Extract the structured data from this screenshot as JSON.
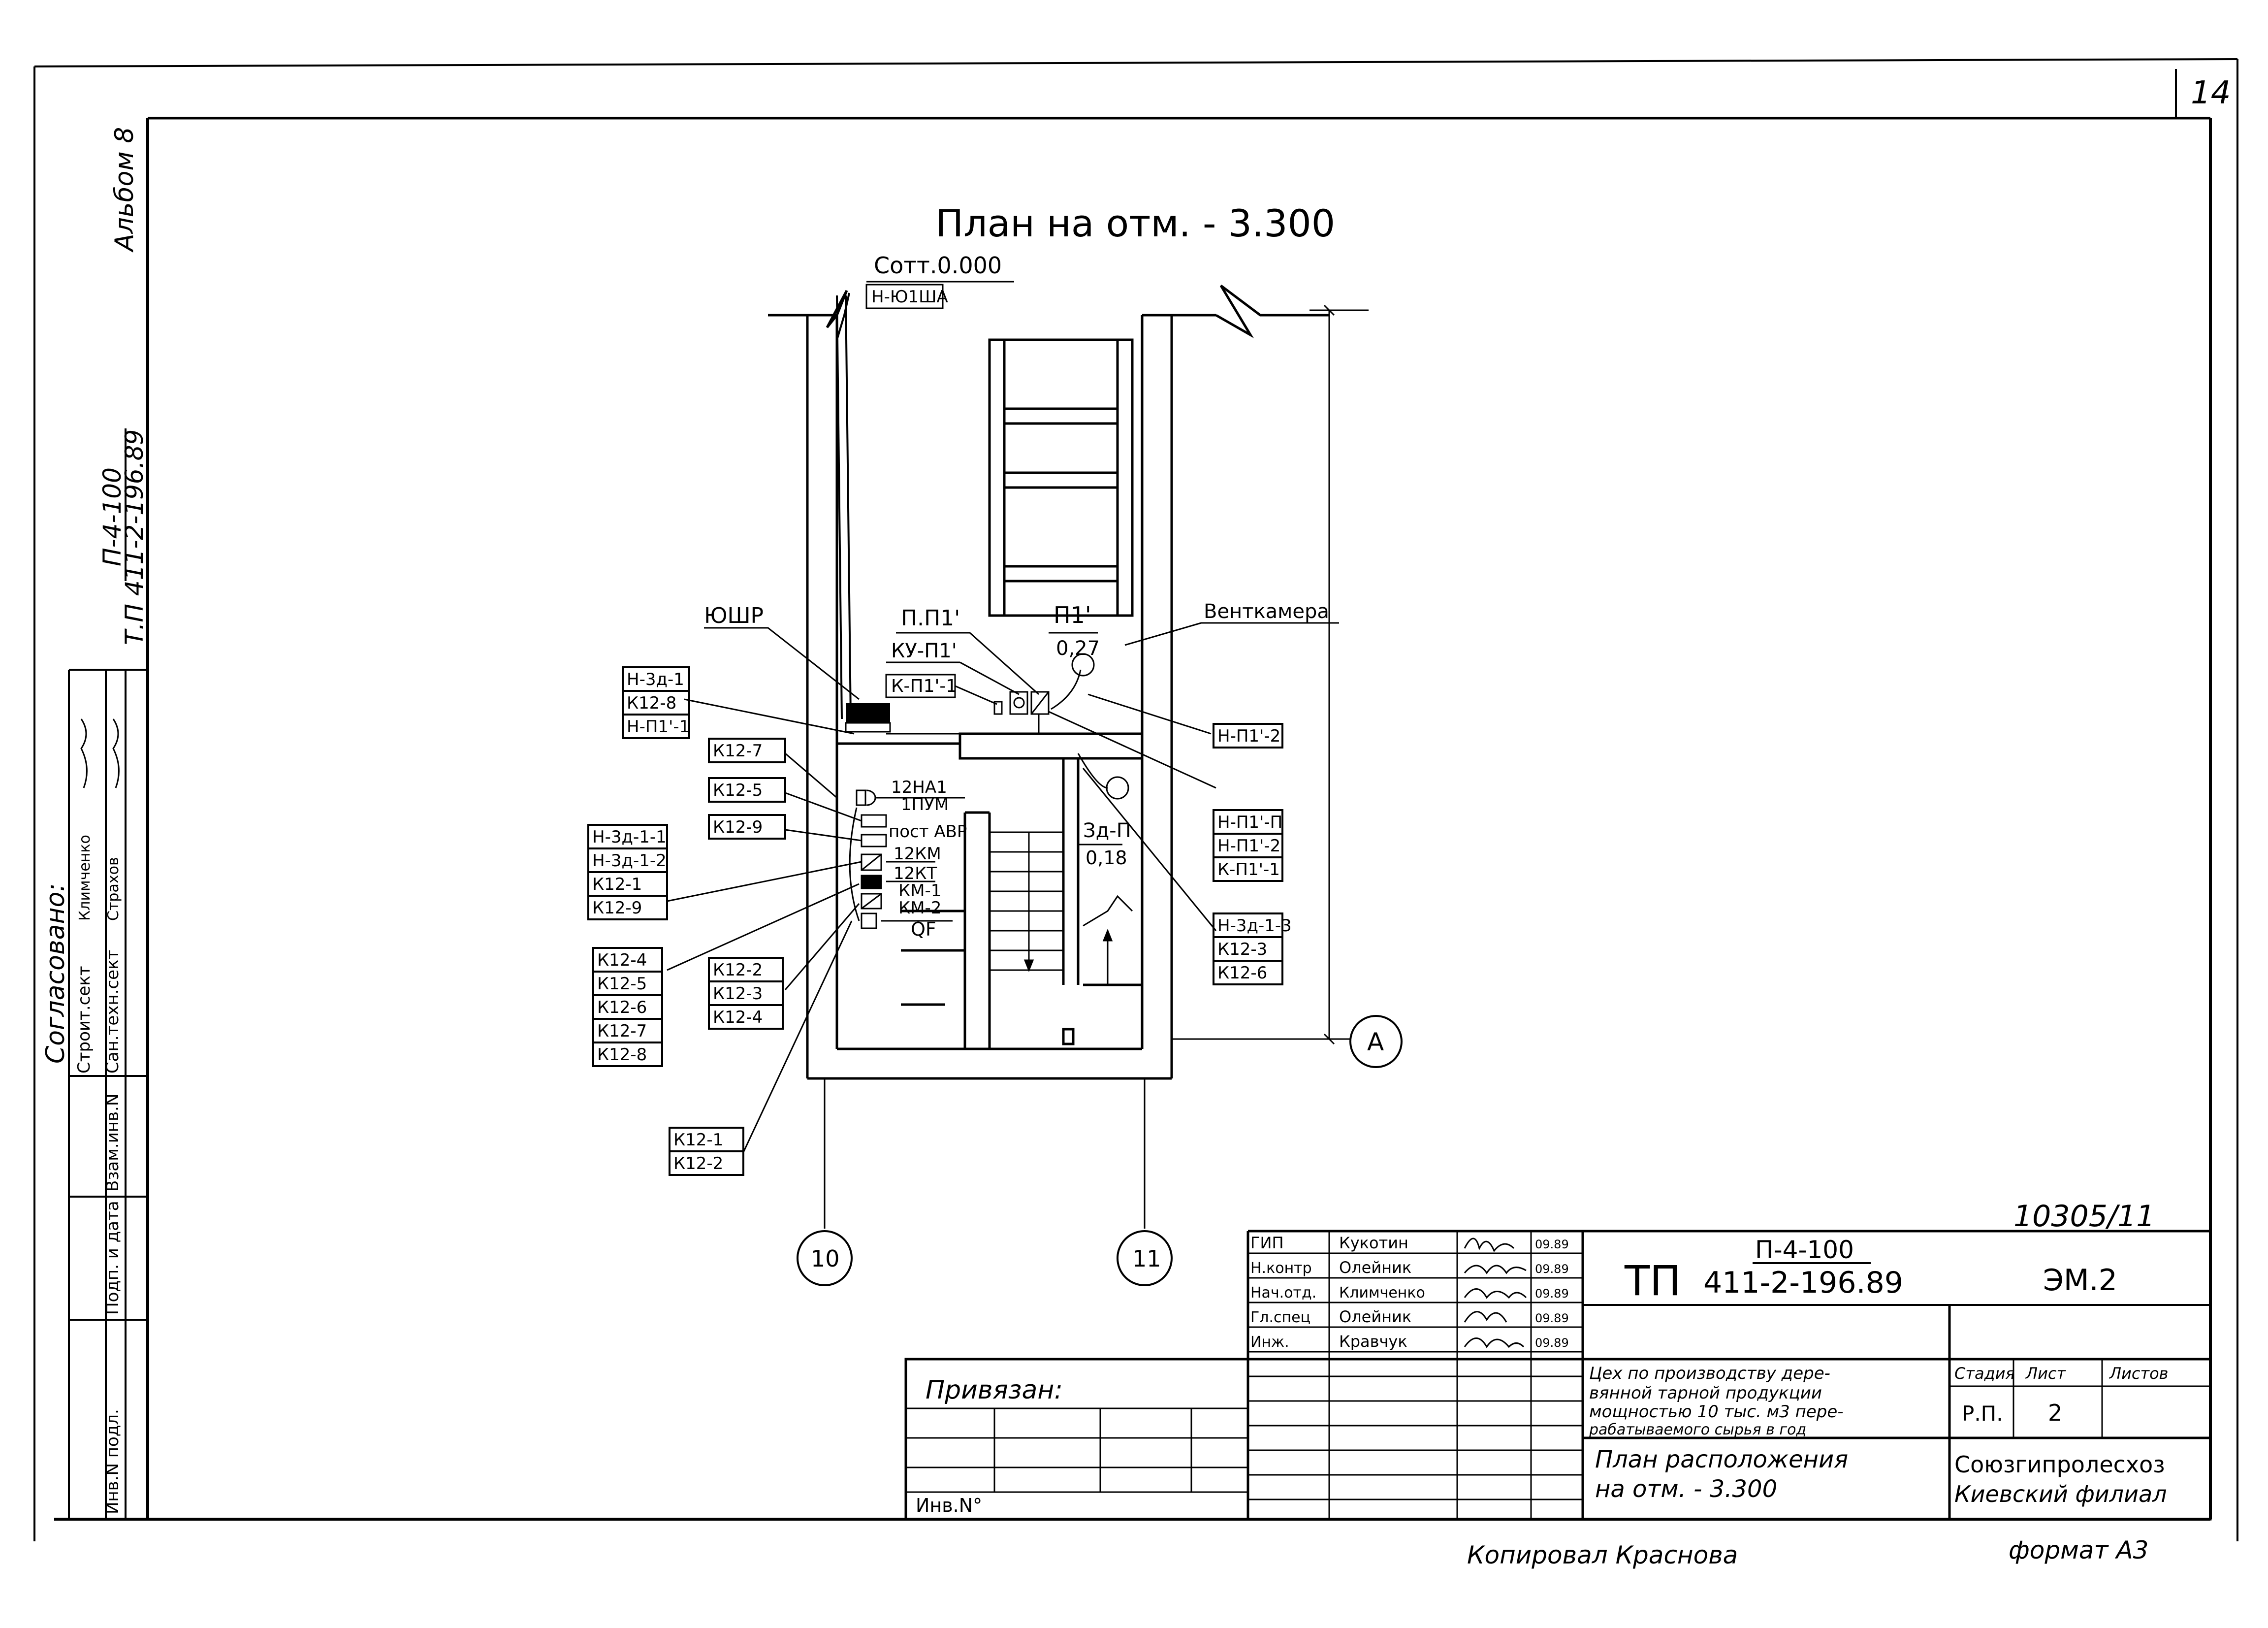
{
  "sheet": {
    "page_number": "14",
    "format": "формат А3",
    "copied_by": "Копировал Краснова",
    "tracking_number": "10305/11"
  },
  "drawing": {
    "title": "План на отм. - 3.300",
    "elevation_label": "Сотт.0.000",
    "top_tag": "Н-Ю1ША",
    "device_labels": {
      "yushr": "ЮШР",
      "p_p1": "П.П1'",
      "ku_p1": "КУ-П1'",
      "k_p1_1": "К-П1'-1",
      "p1": "П1'",
      "p1_power": "0,27",
      "ventkamera": "Венткамера",
      "zd_p": "Зд-П",
      "zd_p_power": "0,18",
      "panel_rows": [
        "12НА1",
        "1ПУМ",
        "пост АВР",
        "12КМ",
        "12КТ",
        "КМ-1",
        "КМ-2",
        "QF"
      ]
    },
    "axes": [
      "10",
      "11",
      "А"
    ],
    "tag_groups": [
      [
        "Н-3д-1",
        "К12-8",
        "Н-П1'-1"
      ],
      [
        "К12-7"
      ],
      [
        "К12-5"
      ],
      [
        "К12-9"
      ],
      [
        "Н-3д-1-1",
        "Н-3д-1-2",
        "К12-1",
        "К12-9"
      ],
      [
        "К12-4",
        "К12-5",
        "К12-6",
        "К12-7",
        "К12-8"
      ],
      [
        "К12-2",
        "К12-3",
        "К12-4"
      ],
      [
        "К12-1",
        "К12-2"
      ],
      [
        "Н-П1'-2"
      ],
      [
        "Н-П1'-П",
        "Н-П1'-2",
        "К-П1'-1"
      ],
      [
        "Н-3д-1-3",
        "К12-3",
        "К12-6"
      ]
    ]
  },
  "left_strip": {
    "album": "Альбом 8",
    "project_top": "П-4-100",
    "project_bottom": "Т.П 411-2-196.89",
    "agreed": "Согласовано:",
    "agreed_rows": [
      {
        "dept": "Строит.сект",
        "name": "Климченко"
      },
      {
        "dept": "Сан.техн.сект",
        "name": "Страхов"
      }
    ],
    "inv_cells": [
      "Взам.инв.N",
      "Подп. и дата",
      "Инв.N подл."
    ]
  },
  "title_block": {
    "tied": "Привязан:",
    "inv_no": "Инв.N°",
    "signatures": [
      {
        "role": "ГИП",
        "name": "Кукотин",
        "date": "09.89"
      },
      {
        "role": "Н.контр",
        "name": "Олейник",
        "date": "09.89"
      },
      {
        "role": "Нач.отд.",
        "name": "Климченко",
        "date": "09.89"
      },
      {
        "role": "Гл.спец",
        "name": "Олейник",
        "date": "09.89"
      },
      {
        "role": "Инж.",
        "name": "Кравчук",
        "date": "09.89"
      }
    ],
    "doc_prefix": "ТП",
    "doc_top": "П-4-100",
    "doc_bottom": "411-2-196.89",
    "code": "ЭМ.2",
    "object_desc": [
      "Цех по производству дере-",
      "вянной тарной продукции",
      "мощностью 10 тыс. м3 пере-",
      "рабатываемого сырья в год"
    ],
    "sheet_title": [
      "План расположения",
      "на отм. - 3.300"
    ],
    "stage_header": "Стадия",
    "sheet_header": "Лист",
    "sheets_header": "Листов",
    "stage": "Р.П.",
    "sheet": "2",
    "sheets": "",
    "org": [
      "Союзгипролесхоз",
      "Киевский филиал"
    ]
  }
}
